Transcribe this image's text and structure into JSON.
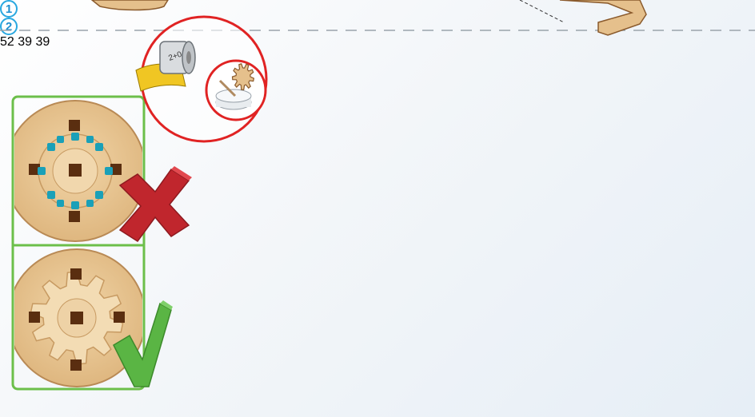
{
  "part_labels": {
    "p52": "52",
    "p39a": "39",
    "p39b": "39"
  },
  "steps": {
    "s1": "1",
    "s2": "2"
  },
  "tape_text": "2+0",
  "colors": {
    "wood": "#e7c38f",
    "wood_dark": "#b98a55",
    "wood_edge": "#8a5a2c",
    "red_ring": "#e02323",
    "green_panel": "#6cbf4a",
    "wrong_mark": "#c0262d",
    "right_mark": "#5ab544",
    "step_blue": "#29a8e0",
    "glue_blue": "#1aa0b8"
  },
  "icons": {
    "wrong": "red-x-mark-icon",
    "right": "green-checkmark-icon",
    "tape": "tape-roll-icon",
    "glue": "glue-pot-icon"
  }
}
